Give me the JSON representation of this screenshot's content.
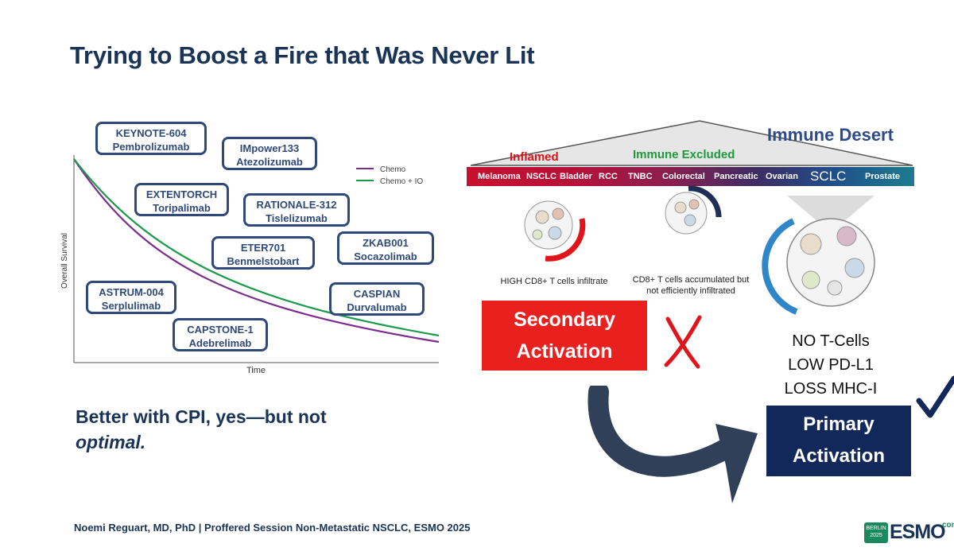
{
  "slide": {
    "title": "Trying to Boost a Fire that Was Never Lit"
  },
  "chart_data": {
    "type": "line",
    "xlabel": "Time",
    "ylabel": "Overall Survival",
    "series": [
      {
        "name": "Chemo",
        "color": "#7b2d8e"
      },
      {
        "name": "Chemo + IO",
        "color": "#1a9a4a"
      }
    ]
  },
  "trials": [
    {
      "trial": "KEYNOTE-604",
      "drug": "Pembrolizumab"
    },
    {
      "trial": "IMpower133",
      "drug": "Atezolizumab"
    },
    {
      "trial": "EXTENTORCH",
      "drug": "Toripalimab"
    },
    {
      "trial": "RATIONALE-312",
      "drug": "Tislelizumab"
    },
    {
      "trial": "ETER701",
      "drug": "Benmelstobart"
    },
    {
      "trial": "ZKAB001",
      "drug": "Socazolimab"
    },
    {
      "trial": "ASTRUM-004",
      "drug": "Serplulimab"
    },
    {
      "trial": "CASPIAN",
      "drug": "Durvalumab"
    },
    {
      "trial": "CAPSTONE-1",
      "drug": "Adebrelimab"
    }
  ],
  "conclusion": {
    "line1": "Better with CPI, yes—but not",
    "line2": "optimal."
  },
  "footer": {
    "text": "Noemi Reguart, MD, PhD | Proffered Session Non-Metastatic NSCLC, ESMO 2025"
  },
  "categories": {
    "inflamed": {
      "label": "Inflamed",
      "color": "#d7141a"
    },
    "excluded": {
      "label": "Immune Excluded",
      "color": "#1e9a3c"
    },
    "desert": {
      "label": "Immune Desert",
      "color": "#2f4a8a"
    }
  },
  "spectrum": [
    "Melanoma",
    "NSCLC",
    "Bladder",
    "RCC",
    "TNBC",
    "Colorectal",
    "Pancreatic",
    "Ovarian",
    "SCLC",
    "Prostate"
  ],
  "descriptions": {
    "inflamed": "HIGH CD8+ T cells infiltrate",
    "excluded_line1": "CD8+ T cells accumulated but",
    "excluded_line2": "not efficiently infiltrated"
  },
  "secondary": {
    "line1": "Secondary",
    "line2": "Activation",
    "color": "#e8211f"
  },
  "primary": {
    "line1": "Primary",
    "line2": "Activation",
    "color": "#13285a"
  },
  "desert_features": [
    "NO T-Cells",
    "LOW PD-L1",
    "LOSS  MHC-I"
  ],
  "logo": {
    "year": "2025",
    "city": "BERLIN",
    "brand": "ESMO",
    "suffix": "con"
  }
}
